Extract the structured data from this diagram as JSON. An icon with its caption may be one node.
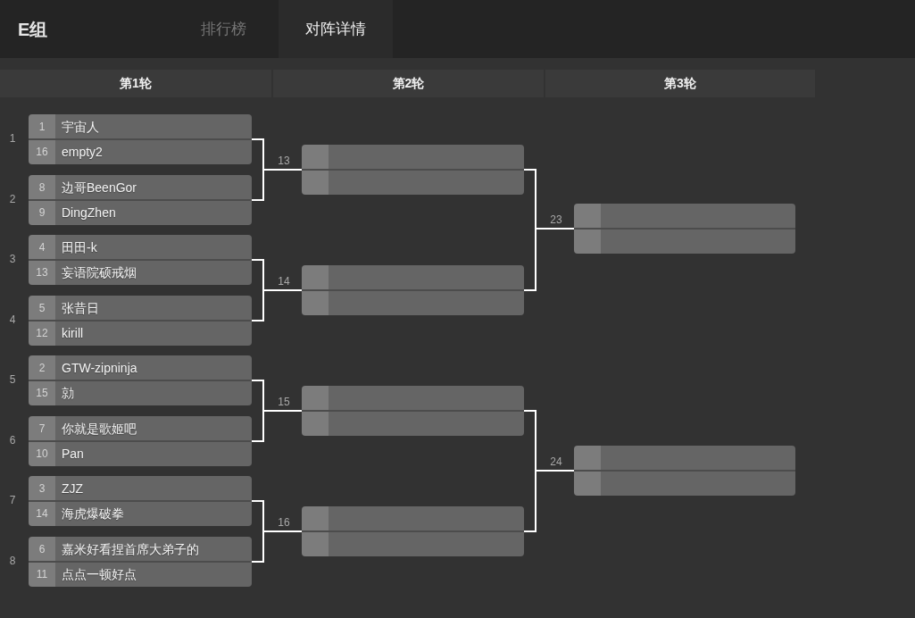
{
  "diagram": {
    "title": "E组",
    "nodes": [
      {
        "text": [
          "1",
          "宇宙人",
          "16",
          "empty2"
        ],
        "beside": [
          "1"
        ]
      },
      {
        "text": [
          "8",
          "边哥BeenGor",
          "9",
          "DingZhen"
        ],
        "beside": [
          "2"
        ]
      },
      {
        "text": [
          "4",
          "田田-k",
          "13",
          "妄语院硕戒烟"
        ],
        "beside": [
          "3"
        ]
      },
      {
        "text": [
          "5",
          "张昔日",
          "12",
          "kirill"
        ],
        "beside": [
          "4"
        ]
      },
      {
        "text": [
          "2",
          "GTW-zipninja",
          "15",
          "勍"
        ],
        "beside": [
          "5"
        ]
      },
      {
        "text": [
          "7",
          "你就是歌姬吧",
          "10",
          "Pan"
        ],
        "beside": [
          "6"
        ]
      },
      {
        "text": [
          "3",
          "ZJZ",
          "14",
          "海虎爆破拳"
        ],
        "beside": [
          "7"
        ]
      },
      {
        "text": [
          "6",
          "嘉米好看捏首席大弟子的",
          "11",
          "点点一顿好点"
        ],
        "beside": [
          "8"
        ]
      },
      {
        "text": [],
        "shape": "box",
        "beside": [
          "13"
        ]
      },
      {
        "text": [],
        "shape": "box",
        "beside": [
          "14"
        ]
      },
      {
        "text": [],
        "shape": "box",
        "beside": [
          "15"
        ]
      },
      {
        "text": [],
        "shape": "box",
        "beside": [
          "16"
        ]
      },
      {
        "text": [],
        "shape": "box",
        "beside": [
          "23"
        ]
      },
      {
        "text": [],
        "shape": "box",
        "beside": [
          "24"
        ]
      }
    ],
    "edges": [
      {
        "from": 0,
        "to": 8,
        "arrow": "none"
      },
      {
        "from": 1,
        "to": 8,
        "arrow": "none"
      },
      {
        "from": 2,
        "to": 9,
        "arrow": "none"
      },
      {
        "from": 3,
        "to": 9,
        "arrow": "none"
      },
      {
        "from": 4,
        "to": 10,
        "arrow": "none"
      },
      {
        "from": 5,
        "to": 10,
        "arrow": "none"
      },
      {
        "from": 6,
        "to": 11,
        "arrow": "none"
      },
      {
        "from": 7,
        "to": 11,
        "arrow": "none"
      },
      {
        "from": 8,
        "to": 12,
        "arrow": "none"
      },
      {
        "from": 9,
        "to": 12,
        "arrow": "none"
      },
      {
        "from": 10,
        "to": 13,
        "arrow": "none"
      },
      {
        "from": 11,
        "to": 13,
        "arrow": "none"
      }
    ],
    "labels": [
      "排行榜",
      "对阵详情",
      "第1轮",
      "第2轮",
      "第3轮"
    ]
  }
}
